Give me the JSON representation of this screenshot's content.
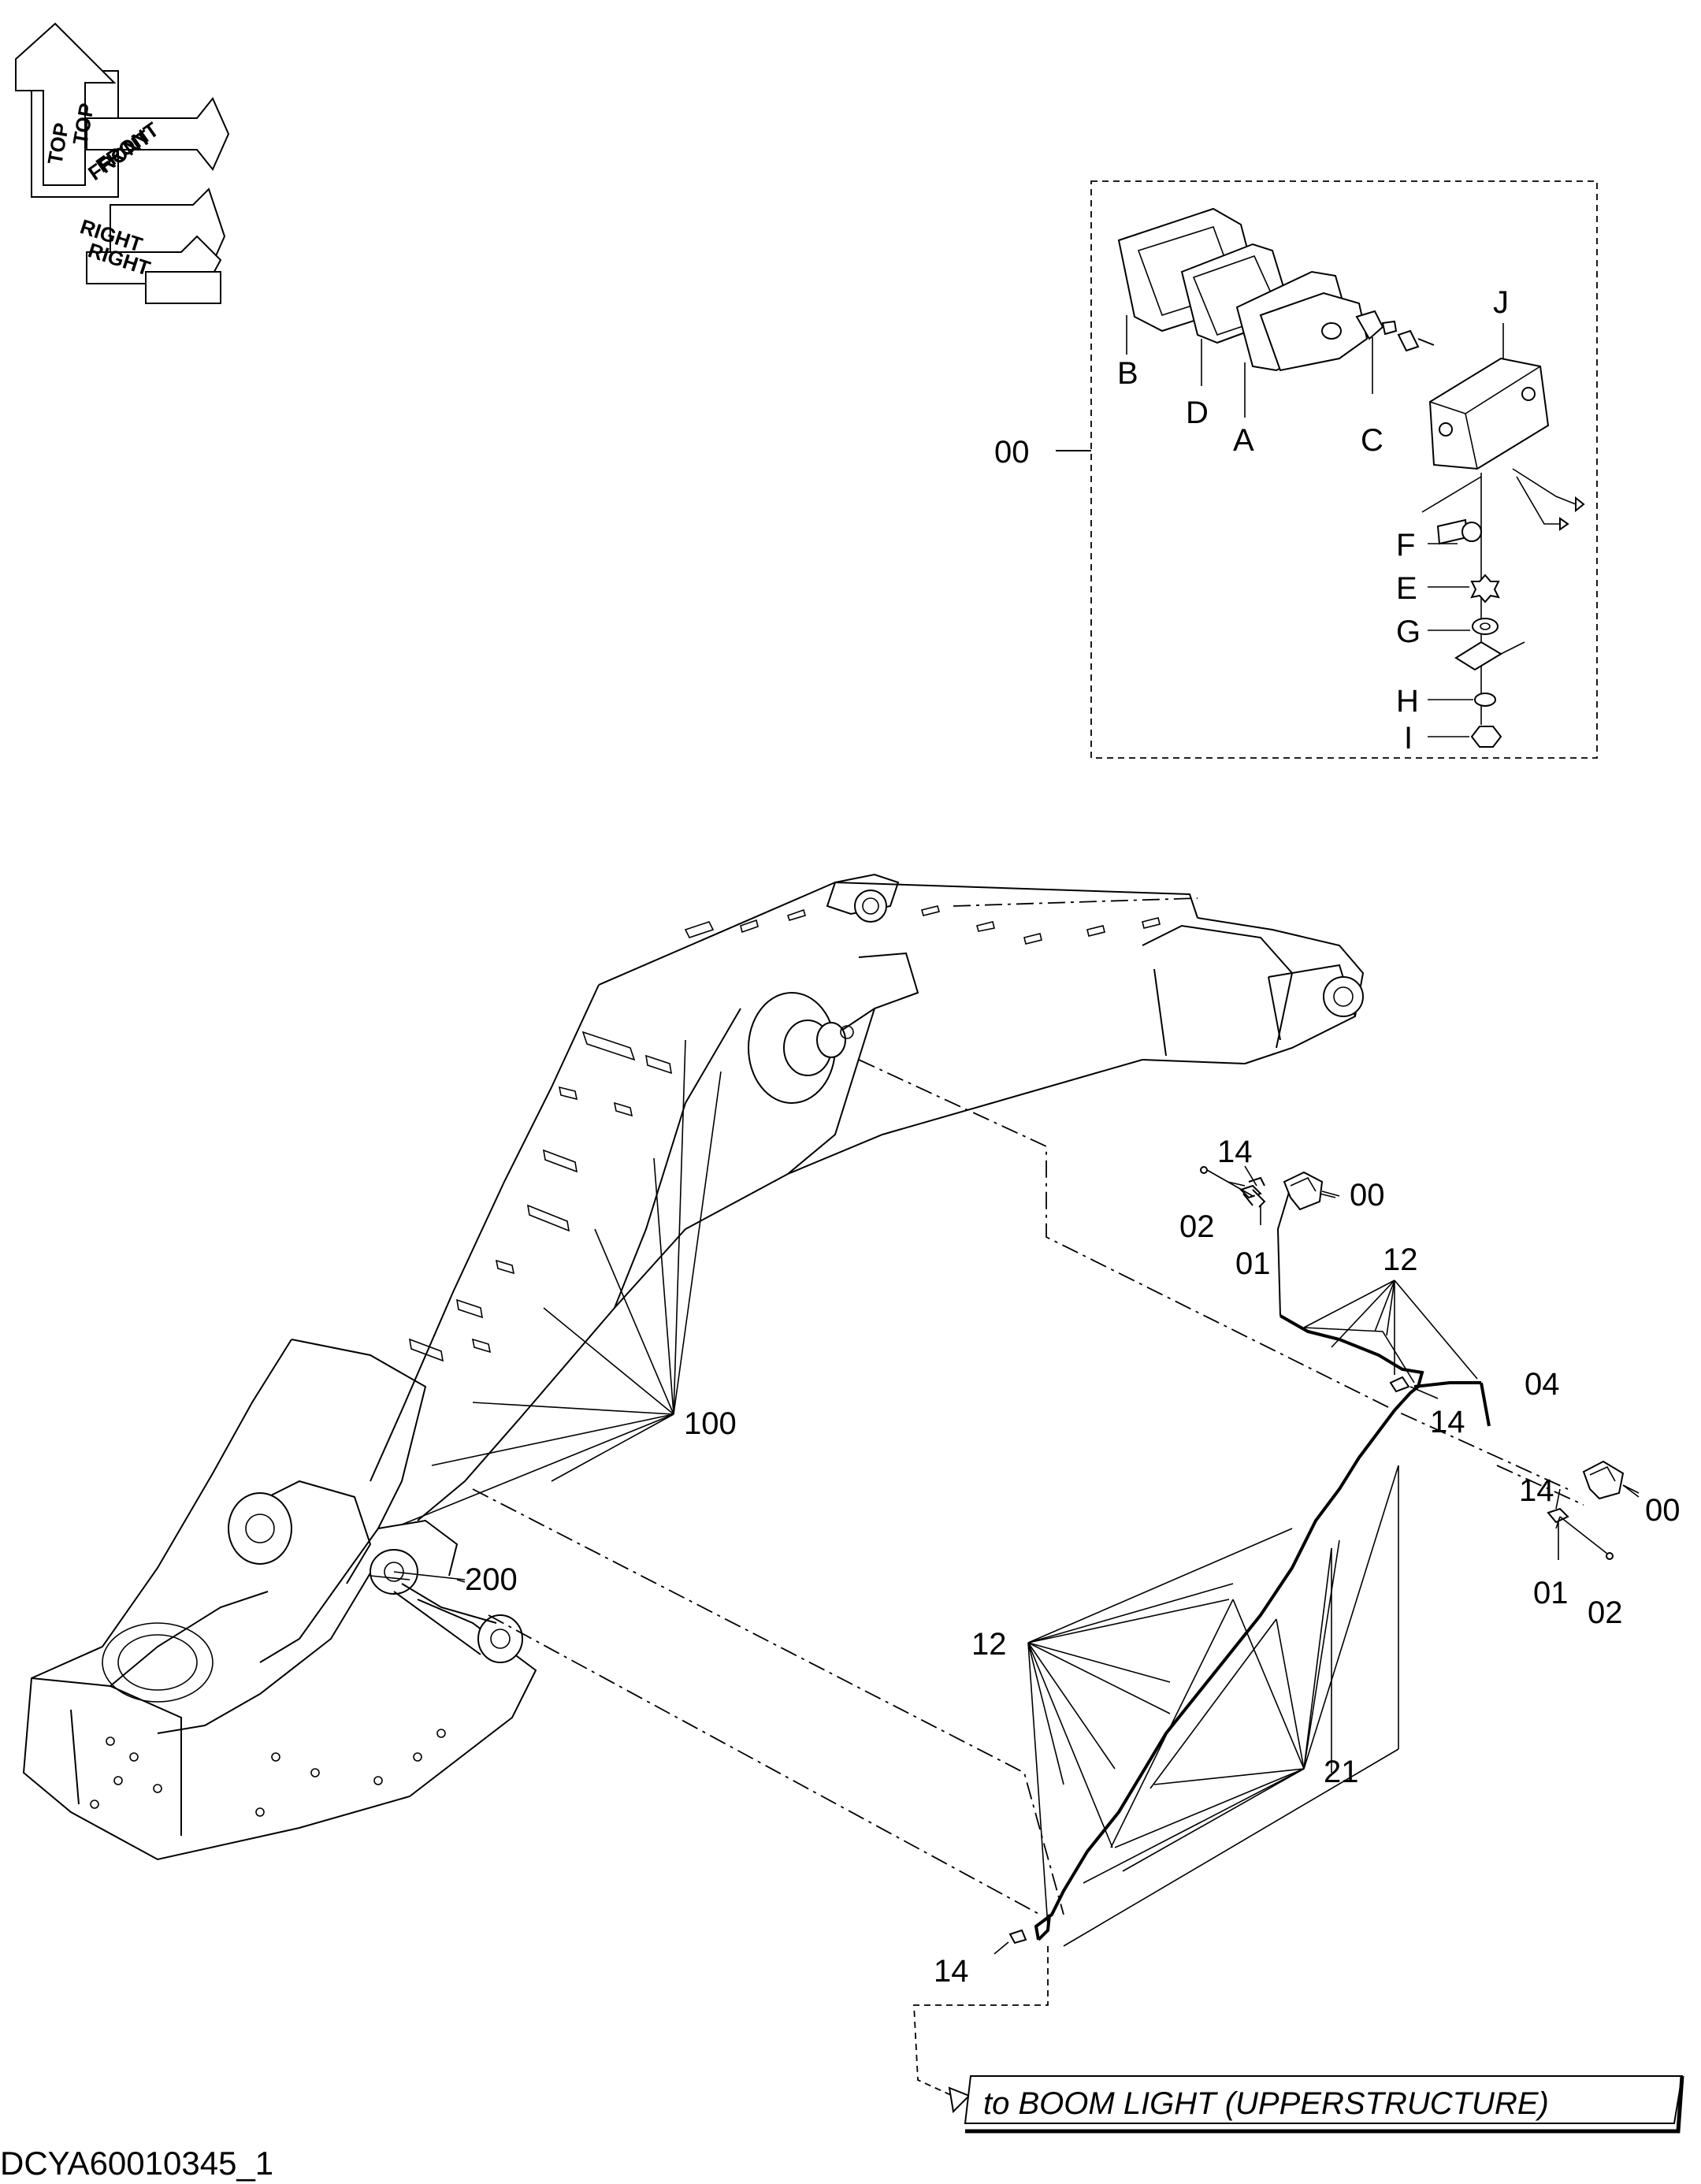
{
  "orientation": {
    "top": "TOP",
    "front": "FRONT",
    "right": "RIGHT"
  },
  "inset": {
    "assembly_label": "00",
    "parts": [
      "A",
      "B",
      "C",
      "D",
      "E",
      "F",
      "G",
      "H",
      "I",
      "J"
    ]
  },
  "labels": {
    "lamp_upper": "00",
    "lamp_right": "00",
    "clip_upper": "14",
    "screw_upper": "02",
    "bracket_upper": "01",
    "harness_top": "12",
    "harness_right": "04",
    "clip_mid": "14",
    "clip_right": "14",
    "bracket_right": "01",
    "screw_right": "02",
    "boom": "100",
    "pin": "200",
    "harness_left": "12",
    "harness_main": "21",
    "clip_bottom": "14"
  },
  "callout": "to BOOM LIGHT (UPPERSTRUCTURE)",
  "document_id": "DCYA60010345_1"
}
